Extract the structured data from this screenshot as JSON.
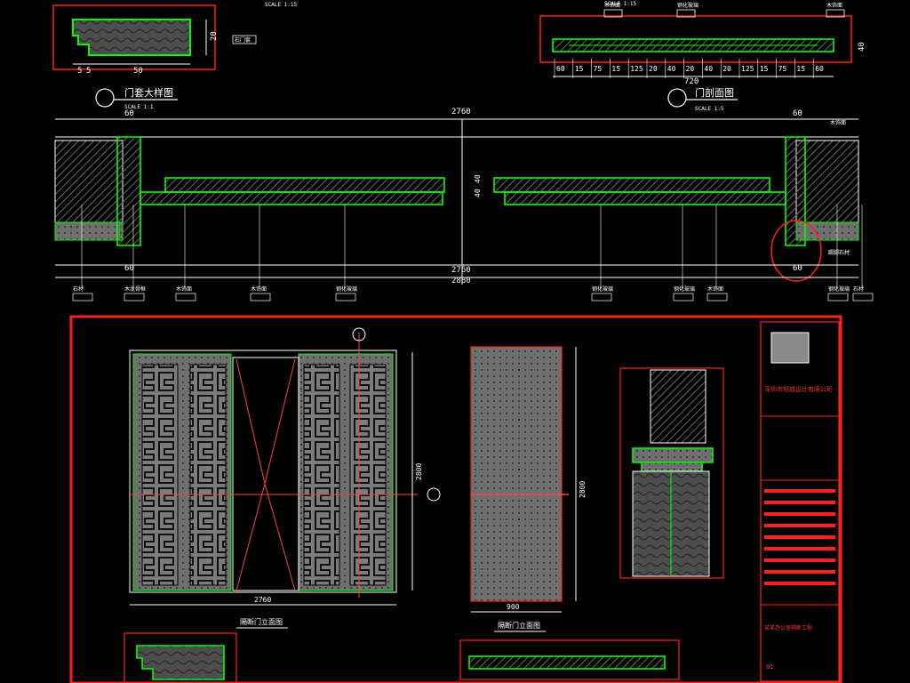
{
  "colors": {
    "background": "#000000",
    "outline": "#ff2020",
    "dims": "#ffffff",
    "frame": "#00ff00",
    "hatch": "#7a7a7a",
    "label": "#ffffff",
    "accent": "#ffff00"
  },
  "top_left_detail": {
    "scale": "SCALE  1:15",
    "dim_bottom": [
      "5",
      "5",
      "50"
    ],
    "dim_side": "20",
    "tag": "石门套"
  },
  "top_right_detail": {
    "scale": "SCALE  1:15",
    "tags": [
      "木饰面",
      "钢化玻璃",
      "木饰面"
    ],
    "dims": [
      "60",
      "15",
      "75",
      "15",
      "125",
      "20",
      "40",
      "20",
      "40",
      "20",
      "125",
      "15",
      "75",
      "15",
      "60"
    ],
    "total": "720",
    "side": "40"
  },
  "titles": {
    "door_frame": "门套大样图",
    "door_section": "门剖面图",
    "door_frame_scale": "SCALE  1:1",
    "door_section_scale": "SCALE  1:5"
  },
  "plan_section": {
    "top_dims": [
      "60",
      "2760",
      "60"
    ],
    "bottom_dims": [
      "60",
      "2760",
      "60"
    ],
    "overall": "2880",
    "side_dims": [
      "40",
      "40"
    ],
    "callouts_bottom": [
      "石材",
      "木龙骨框",
      "木饰面",
      "木饰面",
      "钢化玻璃",
      "钢化玻璃",
      "钢化玻璃",
      "木饰面",
      "钢化玻璃",
      "石材"
    ],
    "callout_top_right": "木饰面",
    "callout_bottom_right": "踢脚石材"
  },
  "elevation": {
    "width_dim": "2760",
    "height_dim": "2800",
    "caption": "隔断门立面图"
  },
  "panel_elevation": {
    "width_dim": "900",
    "height_dim": "2800",
    "caption": "隔断门立面图"
  },
  "title_block": {
    "company": "深圳市旭城设计有限公司",
    "project": "某某办公室隔断工程",
    "drawing_no": "01"
  }
}
